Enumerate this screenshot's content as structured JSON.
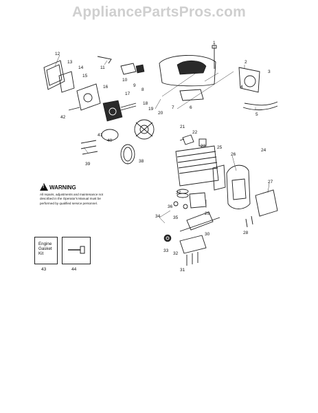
{
  "watermark": "AppliancePartsPros.com",
  "warning": {
    "title": "WARNING",
    "icon": "warning-triangle-icon",
    "text": "All repairs, adjustments and maintenance not described in the Operator's Manual must be performed by qualified service personnel."
  },
  "kits": [
    {
      "label_lines": [
        "Engine",
        "Gasket",
        "Kit"
      ],
      "number": "43"
    },
    {
      "icon": "tool-icon",
      "number": "44"
    }
  ],
  "callouts": [
    "1",
    "2",
    "3",
    "4",
    "5",
    "6",
    "7",
    "8",
    "9",
    "10",
    "11",
    "12",
    "13",
    "14",
    "15",
    "16",
    "17",
    "18",
    "19",
    "20",
    "21",
    "22",
    "23",
    "24",
    "25",
    "26",
    "27",
    "28",
    "29",
    "30",
    "31",
    "32",
    "33",
    "34",
    "35",
    "36",
    "37",
    "38",
    "39",
    "40",
    "41",
    "42"
  ]
}
